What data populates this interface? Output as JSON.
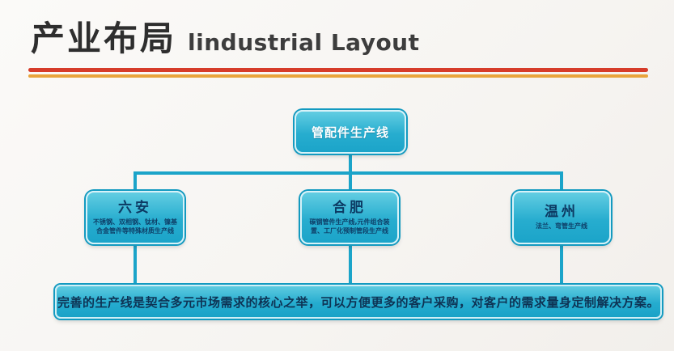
{
  "header": {
    "title_cn": "产业布局",
    "title_en": "lindustrial Layout"
  },
  "diagram": {
    "root": {
      "label": "管配件生产线"
    },
    "branches": [
      {
        "name": "六安",
        "desc": "不锈钢、双相钢、钛材、镍基合金管件等特殊材质生产线"
      },
      {
        "name": "合肥",
        "desc": "碳钢管件生产线,元件组合装置、工厂化预制管段生产线"
      },
      {
        "name": "温州",
        "desc": "法兰、弯管生产线"
      }
    ],
    "summary": "完善的生产线是契合多元市场需求的核心之举，可以方便更多的客户采购，对客户的需求量身定制解决方案。"
  },
  "colors": {
    "accent_teal": "#1ba4c9",
    "box_border_dark": "#139ac0",
    "box_border_light": "#d7f2f8",
    "rule_red": "#d63c2a",
    "rule_orange": "#e9a43c",
    "title_text": "#2e2e2e",
    "node_text_navy": "#0c3a63",
    "root_text": "#ffffff"
  }
}
